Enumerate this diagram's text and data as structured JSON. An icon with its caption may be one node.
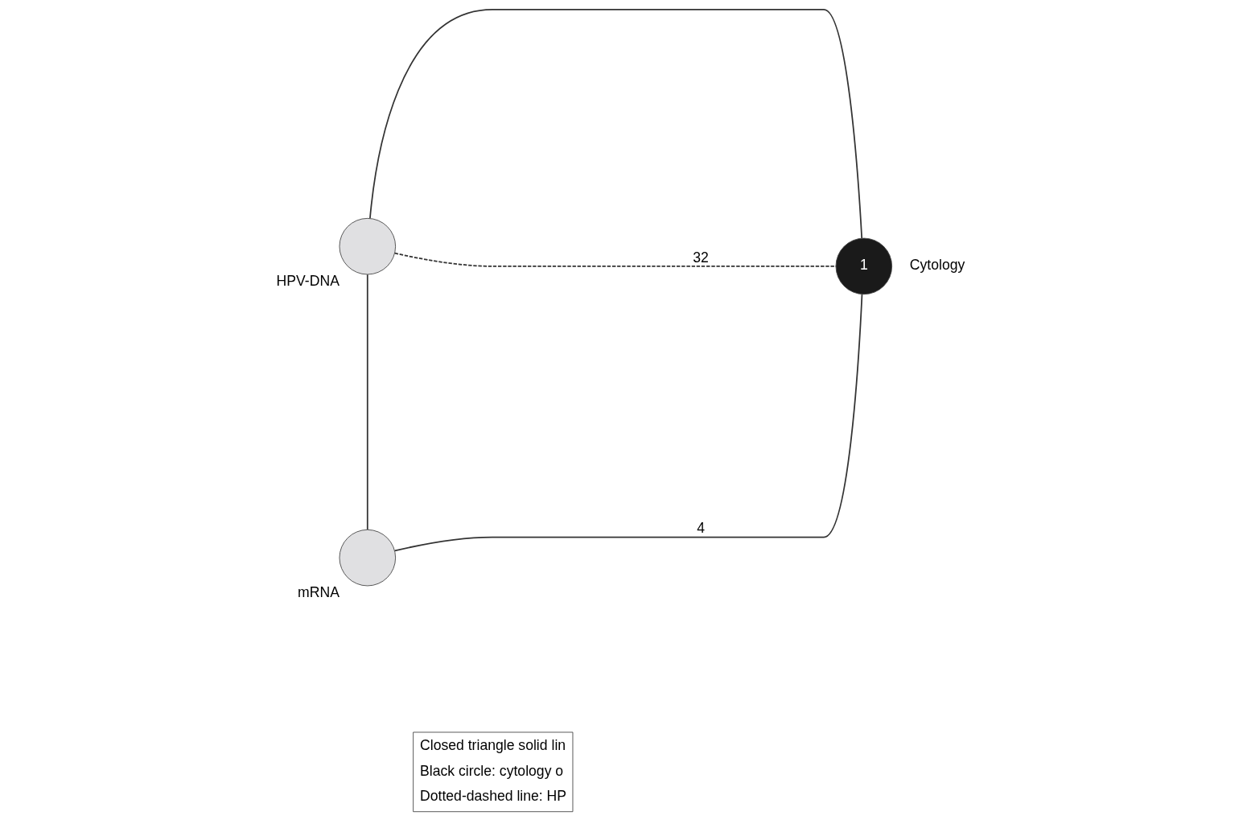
{
  "diagram": {
    "nodes": [
      {
        "text": [],
        "shape": "circle",
        "beside": [
          "HPV-DNA"
        ]
      },
      {
        "text": [
          "1"
        ],
        "beside": [
          "Cytology"
        ]
      },
      {
        "text": [],
        "shape": "circle",
        "beside": [
          "mRNA"
        ]
      }
    ],
    "edges": [
      {
        "from": 0,
        "to": 1,
        "arrow": "none"
      },
      {
        "from": 0,
        "to": 1,
        "arrow": "none",
        "style": "dashed",
        "label": "32"
      },
      {
        "from": 0,
        "to": 2,
        "arrow": "none"
      },
      {
        "from": 2,
        "to": 1,
        "arrow": "none",
        "label": "4"
      }
    ],
    "labels": [
      "Closed triangle solid lin",
      "Black circle: cytology o",
      "Dotted-dashed line: HP"
    ]
  }
}
